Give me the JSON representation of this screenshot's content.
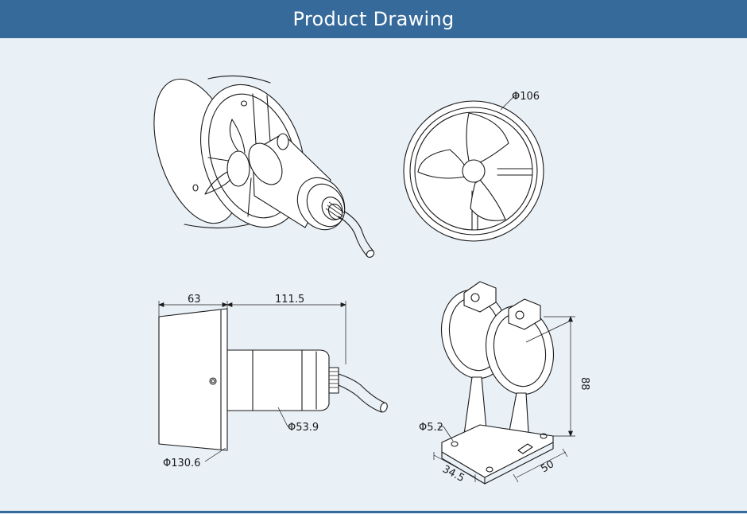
{
  "header": {
    "title": "Product Drawing"
  },
  "colors": {
    "header_bg": "#356a9b",
    "page_bg": "#e9f0f6",
    "line": "#1a1a1a"
  },
  "dimensions": {
    "front_diameter": "Φ106",
    "housing_length": "63",
    "motor_length": "111.5",
    "motor_diameter": "Φ53.9",
    "housing_diameter": "Φ130.6",
    "mount_hole": "Φ5.2",
    "bracket_height": "88",
    "bracket_width": "50",
    "bracket_depth": "34.5"
  }
}
